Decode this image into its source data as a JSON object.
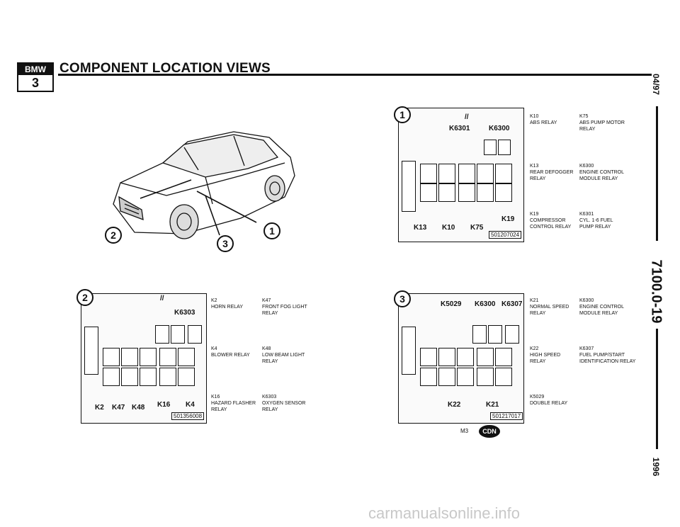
{
  "header": {
    "title": "COMPONENT LOCATION VIEWS",
    "logo_top": "BMW",
    "logo_bottom": "3"
  },
  "side": {
    "date": "04/97",
    "section": "7100.0-19",
    "year": "1996"
  },
  "callouts": {
    "one": "1",
    "two": "2",
    "three": "3"
  },
  "fig1": {
    "part_number": "501207024",
    "tags": [
      "K6301",
      "K6300",
      "K19",
      "K13",
      "K10",
      "K75",
      "//"
    ],
    "legend": [
      {
        "code": "K10",
        "desc": "ABS RELAY"
      },
      {
        "code": "K75",
        "desc": "ABS PUMP MOTOR RELAY"
      },
      {
        "code": "K13",
        "desc": "REAR DEFOGGER RELAY"
      },
      {
        "code": "K6300",
        "desc": "ENGINE CONTROL MODULE RELAY"
      },
      {
        "code": "K19",
        "desc": "COMPRESSOR CONTROL RELAY"
      },
      {
        "code": "K6301",
        "desc": "CYL. 1-6 FUEL PUMP RELAY"
      }
    ]
  },
  "fig2": {
    "part_number": "501356008",
    "tags": [
      "K6303",
      "K2",
      "K47",
      "K48",
      "K16",
      "K4",
      "//"
    ],
    "legend": [
      {
        "code": "K2",
        "desc": "HORN RELAY"
      },
      {
        "code": "K47",
        "desc": "FRONT FOG LIGHT RELAY"
      },
      {
        "code": "K4",
        "desc": "BLOWER RELAY"
      },
      {
        "code": "K48",
        "desc": "LOW BEAM LIGHT RELAY"
      },
      {
        "code": "K16",
        "desc": "HAZARD FLASHER RELAY"
      },
      {
        "code": "K6303",
        "desc": "OXYGEN SENSOR RELAY"
      }
    ]
  },
  "fig3": {
    "part_number": "501217017",
    "tags": [
      "K5029",
      "K6300",
      "K6307",
      "K22",
      "K21"
    ],
    "legend": [
      {
        "code": "K21",
        "desc": "NORMAL SPEED RELAY"
      },
      {
        "code": "K6300",
        "desc": "ENGINE CONTROL MODULE RELAY"
      },
      {
        "code": "K22",
        "desc": "HIGH SPEED RELAY"
      },
      {
        "code": "K6307",
        "desc": "FUEL PUMP/START IDENTIFICATION RELAY"
      },
      {
        "code": "K5029",
        "desc": "DOUBLE RELAY"
      }
    ]
  },
  "footer": {
    "model": "M3",
    "badge": "CDN",
    "watermark": "carmanualsonline.info"
  }
}
